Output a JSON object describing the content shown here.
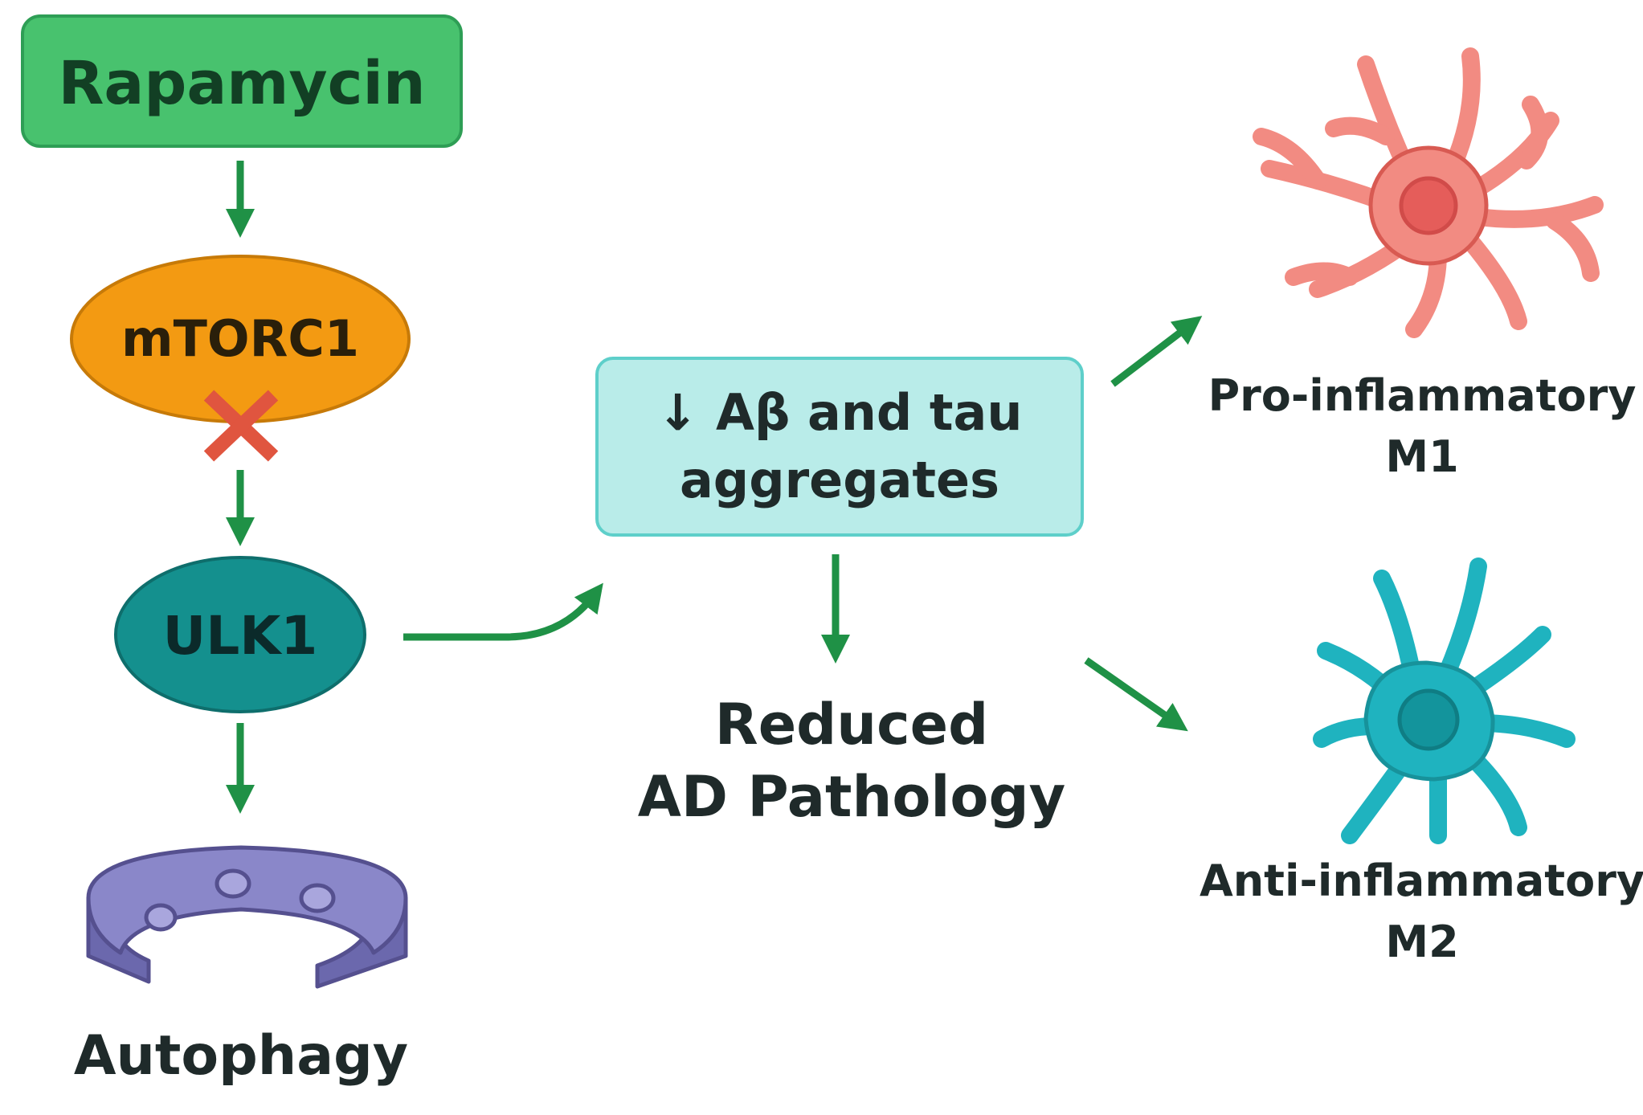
{
  "nodes": {
    "rapamycin": "Rapamycin",
    "mtorc1": "mTORC1",
    "ulk1": "ULK1",
    "autophagy": "Autophagy",
    "aggregates_line1": "↓ Aβ and tau",
    "aggregates_line2": "aggregates",
    "reduced_line1": "Reduced",
    "reduced_line2": "AD Pathology",
    "m1_line1": "Pro-inflammatory",
    "m1_line2": "M1",
    "m2_line1": "Anti-inflammatory",
    "m2_line2": "M2"
  },
  "colors": {
    "rapamycin_fill": "#48c26e",
    "mtorc1_fill": "#f39a12",
    "ulk1_fill": "#14908e",
    "aggregates_fill": "#b9ece9",
    "arrow": "#1f9146",
    "inhibit_x": "#e0553f",
    "autophagosome": "#8a87c9",
    "m1_cell": "#f28b82",
    "m2_cell": "#1fb3bf"
  },
  "icons": {
    "inhibition": "red-x-icon",
    "autophagosome": "autophagosome-icon",
    "m1": "pro-inflammatory-microglia-icon",
    "m2": "anti-inflammatory-microglia-icon"
  }
}
